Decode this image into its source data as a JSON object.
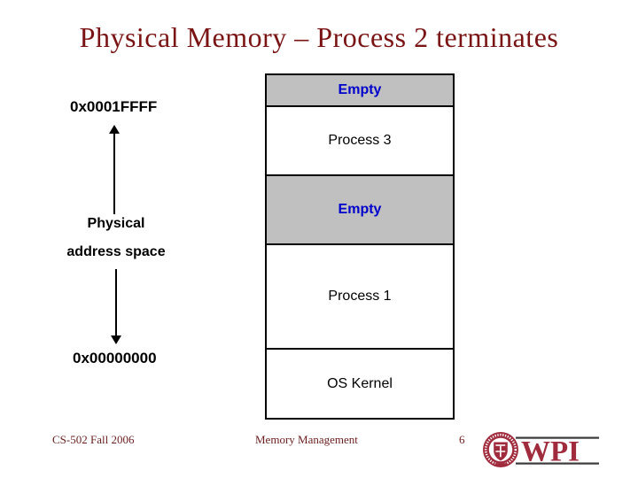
{
  "slide": {
    "title": "Physical Memory – Process 2 terminates",
    "footer": {
      "course": "CS-502 Fall 2006",
      "center": "Memory Management",
      "page_number": "6"
    },
    "logo": {
      "wordmark": "WPI",
      "seal_year": "1865"
    }
  },
  "diagram": {
    "memory_blocks": [
      {
        "label": "Empty",
        "type": "empty"
      },
      {
        "label": "Process 3",
        "type": "process"
      },
      {
        "label": "Empty",
        "type": "empty"
      },
      {
        "label": "Process 1",
        "type": "process"
      },
      {
        "label": "OS Kernel",
        "type": "process"
      }
    ],
    "address_labels": {
      "high": "0x0001FFFF",
      "low": "0x00000000"
    },
    "axis_label": {
      "line1": "Physical",
      "line2": "address space"
    },
    "colors": {
      "title_text": "#7a1414",
      "empty_block_bg": "#c0c0c0",
      "empty_block_text": "#0000cc",
      "process_block_bg": "#ffffff",
      "block_border": "#000000",
      "footer_text": "#6b1e1e",
      "logo_crimson": "#a02b3c"
    }
  }
}
